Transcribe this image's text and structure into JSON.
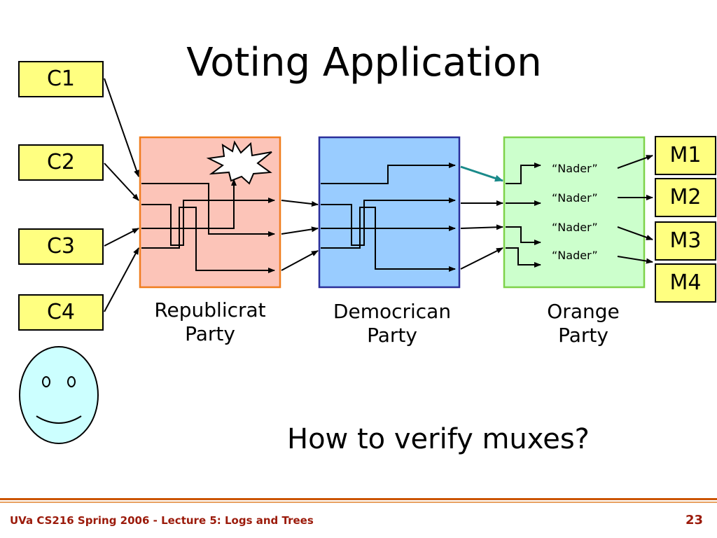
{
  "title": "Voting Application",
  "inputs": [
    "C1",
    "C2",
    "C3",
    "C4"
  ],
  "outputs": [
    "M1",
    "M2",
    "M3",
    "M4"
  ],
  "parties": {
    "republicrat": "Republicrat\nParty",
    "democrican": "Democrican\nParty",
    "orange": "Orange\nParty"
  },
  "nader_labels": [
    "“Nader”",
    "“Nader”",
    "“Nader”",
    "“Nader”"
  ],
  "question": "How to verify muxes?",
  "footer": {
    "text": "UVa CS216 Spring 2006 - Lecture 5: Logs and Trees",
    "page": "23"
  },
  "colors": {
    "republicrat_fill": "#fcc4b8",
    "republicrat_border": "#f07d1e",
    "democrican_fill": "#99ccff",
    "democrican_border": "#2a2f9a",
    "orange_fill": "#ccffcc",
    "orange_border": "#7fd24a",
    "label_box": "#ffff80",
    "smiley_fill": "#ccffff",
    "teal_arrow": "#1a8a8a",
    "footer_accent": "#9b1a0a"
  }
}
